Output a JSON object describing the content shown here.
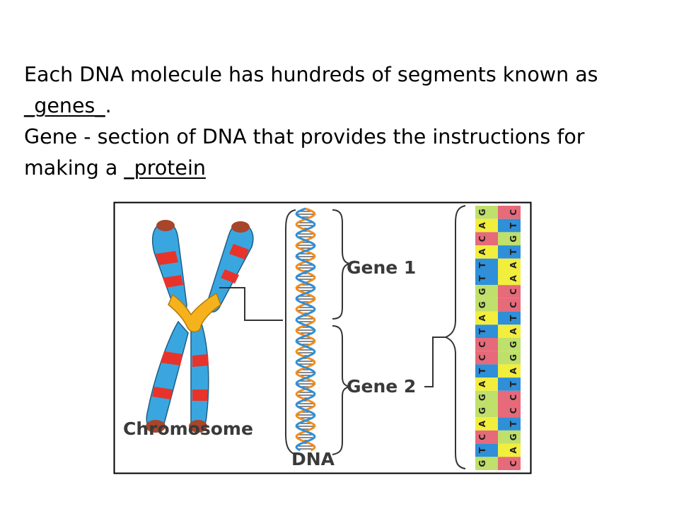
{
  "slide": {
    "line1": "Each DNA molecule has hundreds of segments known as",
    "line2_blank": "_genes_",
    "line2_end": ".",
    "line3": "Gene - section of DNA that provides the instructions for",
    "line4_start": "making a ",
    "line4_blank": "_protein"
  },
  "figure": {
    "chromosome_label": "Chromosome",
    "dna_label": "DNA",
    "gene1_label": "Gene 1",
    "gene2_label": "Gene 2",
    "strand_left": [
      "G",
      "A",
      "C",
      "A",
      "T",
      "T",
      "G",
      "G",
      "A",
      "T",
      "C",
      "C",
      "T",
      "A",
      "G",
      "G",
      "A",
      "C",
      "T",
      "G"
    ],
    "strand_right": [
      "C",
      "T",
      "G",
      "T",
      "A",
      "A",
      "C",
      "C",
      "T",
      "A",
      "G",
      "G",
      "A",
      "T",
      "C",
      "C",
      "T",
      "G",
      "A",
      "C"
    ],
    "base_colors": {
      "A": "#f2ee3e",
      "T": "#2f8fd8",
      "G": "#bfe06a",
      "C": "#e66a7a"
    },
    "colors": {
      "chromosome_red": "#e8332a",
      "chromosome_blue": "#3aa6df",
      "chromosome_center": "#f6b21c",
      "chromosome_tip": "#a8452a",
      "helix_strand": "#f28c1c",
      "helix_rung": "#444444"
    }
  }
}
